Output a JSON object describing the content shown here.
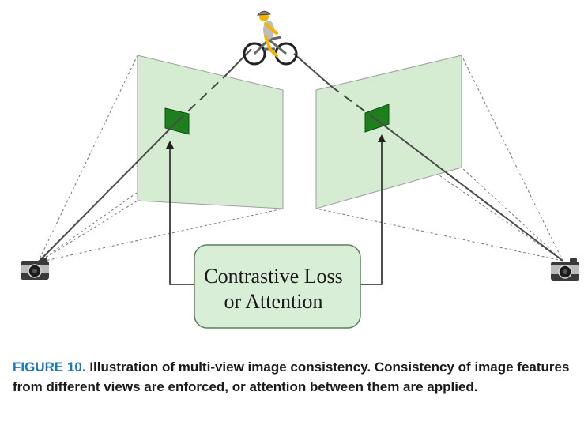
{
  "diagram": {
    "box_line1": "Contrastive Loss",
    "box_line2": "or Attention",
    "icons": {
      "subject": "cyclist-icon",
      "left_camera": "camera-icon",
      "right_camera": "camera-icon"
    },
    "colors": {
      "plane_fill": "#d5ecd2",
      "plane_stroke": "#9aa09a",
      "feature_patch": "#1e7f1e",
      "box_fill": "#d9eed6",
      "box_stroke": "#5a7f5a",
      "line": "#4a4a4a"
    }
  },
  "caption": {
    "label": "FIGURE 10.",
    "text": "Illustration of multi-view image consistency. Consistency of image features from different views are enforced, or attention between them are applied.",
    "label_color": "#1f77b4"
  }
}
